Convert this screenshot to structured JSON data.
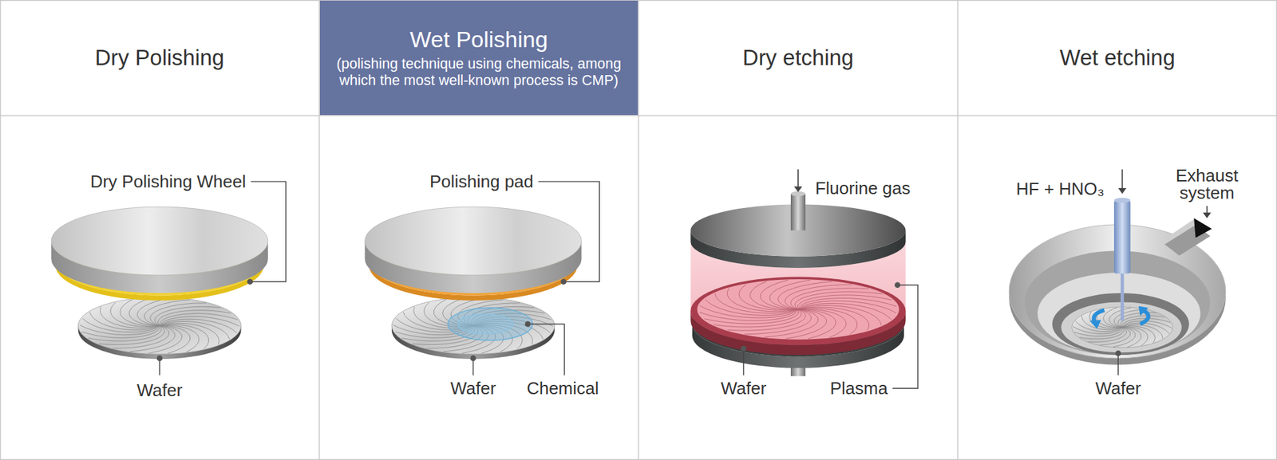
{
  "diagram": {
    "nodes": [
      {
        "text": [
          "Dry Polishing"
        ]
      },
      {
        "text": [
          "Wet Polishing",
          "(polishing technique using chemicals, among which the most well-known process is CMP)"
        ]
      },
      {
        "text": [
          "Dry etching"
        ]
      },
      {
        "text": [
          "Wet etching"
        ]
      }
    ],
    "labels": [
      "Dry Polishing Wheel",
      "Wafer",
      "Polishing pad",
      "Wafer",
      "Chemical",
      "Fluorine gas",
      "Wafer",
      "Plasma",
      "HF + HNO₃",
      "Exhaust system",
      "Wafer"
    ]
  }
}
